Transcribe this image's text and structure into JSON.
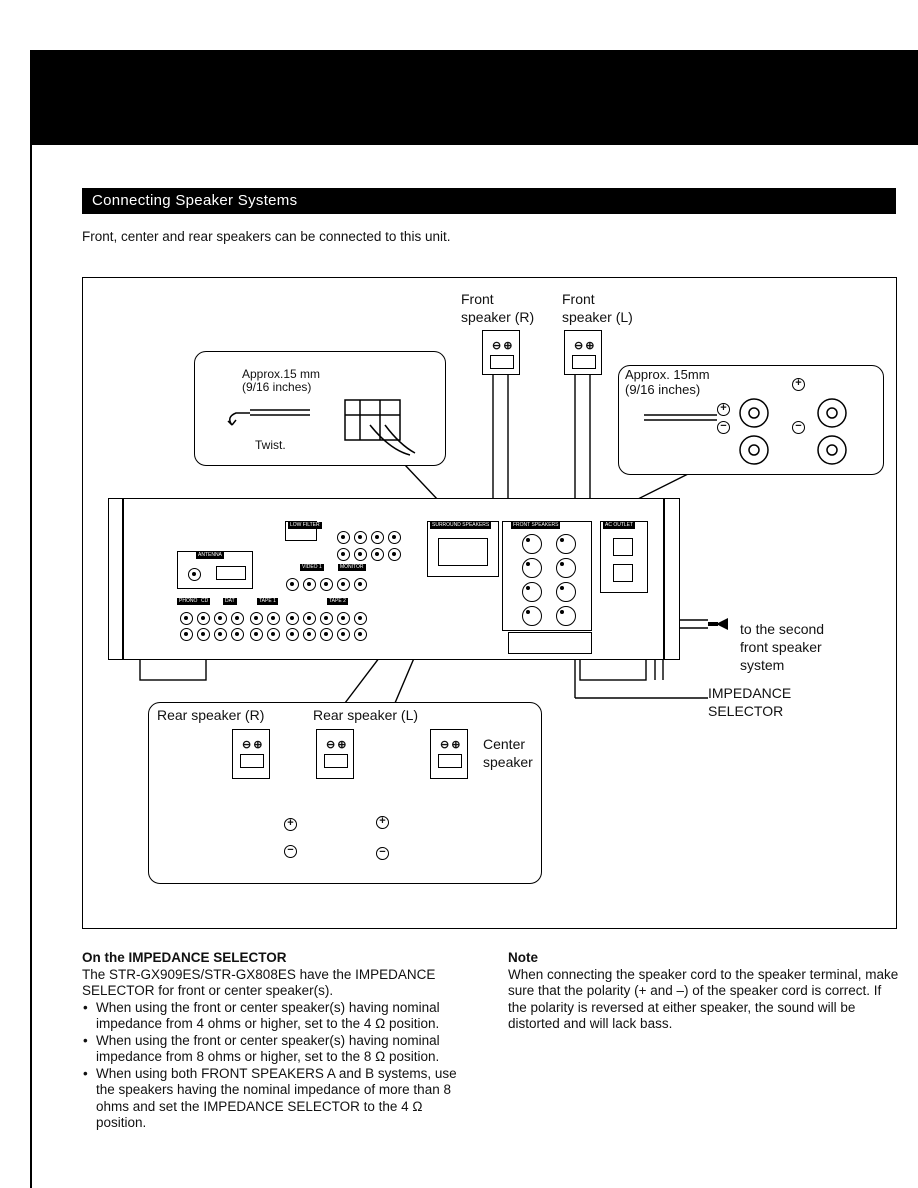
{
  "section": {
    "heading": "Connecting Speaker Systems",
    "intro": "Front, center and rear speakers can be connected to this unit."
  },
  "diagram": {
    "front_r_label": "Front\nspeaker (R)",
    "front_l_label": "Front\nspeaker (L)",
    "rear_r_label": "Rear speaker (R)",
    "rear_l_label": "Rear speaker (L)",
    "center_label": "Center\nspeaker",
    "strip_length_left": "Approx.15 mm",
    "strip_length_left_inches": "(9/16 inches)",
    "twist_label": "Twist.",
    "strip_length_right": "Approx. 15mm",
    "strip_length_right_inches": "(9/16 inches)",
    "second_system_label": "to the second\nfront speaker\nsystem",
    "impedance_selector_label": "IMPEDANCE\nSELECTOR",
    "plus_symbol": "+",
    "minus_symbol": "−",
    "panel_labels": {
      "antenna": "ANTENNA",
      "surround": "SURROUND SPEAKERS",
      "front": "FRONT SPEAKERS",
      "ac_outlet": "AC OUTLET",
      "video1": "VIDEO 1",
      "monitor": "MONITOR",
      "phono": "PHONO",
      "cd": "CD",
      "dat": "DAT",
      "tape1": "TAPE 1",
      "tape2": "TAPE 2",
      "low_filter": "LOW FILTER"
    }
  },
  "impedance_section": {
    "title": "On the IMPEDANCE SELECTOR",
    "intro": "The STR-GX909ES/STR-GX808ES have the IMPEDANCE SELECTOR for front or center speaker(s).",
    "bullets": [
      "When using the front or center speaker(s) having nominal impedance from 4 ohms or higher, set to the 4 Ω position.",
      "When using the front or center speaker(s) having nominal impedance from 8 ohms or higher, set to the 8 Ω position.",
      "When using both FRONT SPEAKERS A and B systems, use the speakers having the nominal impedance of more than 8 ohms and set the IMPEDANCE SELECTOR to the 4 Ω position."
    ]
  },
  "note_section": {
    "title": "Note",
    "text": "When connecting the speaker cord to the speaker terminal, make sure that the polarity (+ and –) of the speaker cord is correct. If the polarity is reversed at either speaker, the sound will be distorted and will lack bass."
  }
}
